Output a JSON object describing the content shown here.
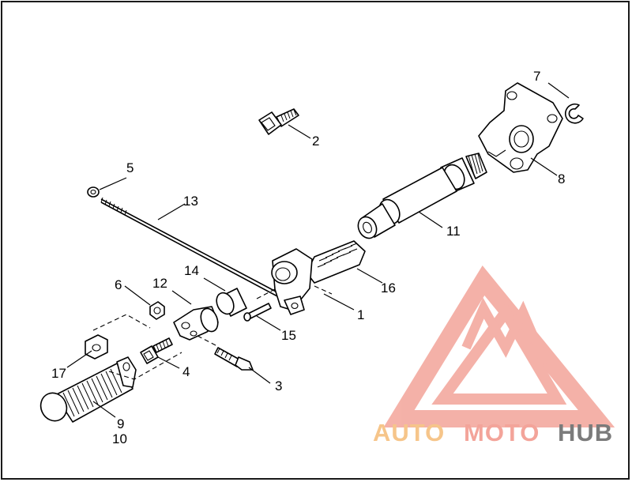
{
  "diagram": {
    "callouts": [
      "1",
      "2",
      "3",
      "4",
      "5",
      "6",
      "7",
      "8",
      "9",
      "10",
      "11",
      "12",
      "13",
      "14",
      "15",
      "16",
      "17"
    ]
  },
  "watermark": {
    "text_auto": "AUTO",
    "text_moto": "MOTO",
    "text_hub": "HUB",
    "color_primary": "#f3a49a",
    "color_secondary": "#f6c58a",
    "color_dark": "#7b7b7b"
  }
}
